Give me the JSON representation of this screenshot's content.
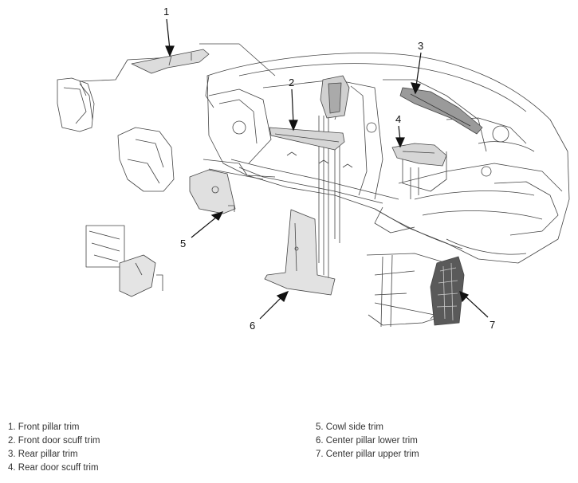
{
  "callouts": [
    "1",
    "2",
    "3",
    "4",
    "5",
    "6",
    "7"
  ],
  "legend": {
    "left": [
      "1. Front pillar trim",
      "2. Front door scuff trim",
      "3. Rear pillar trim",
      "4. Rear door scuff trim"
    ],
    "right": [
      "5. Cowl side trim",
      "6. Center pillar lower trim",
      "7. Center pillar upper trim"
    ]
  },
  "colors": {
    "line": "#444444",
    "part_fill": "#d9d9d9",
    "part_dark": "#555555"
  }
}
